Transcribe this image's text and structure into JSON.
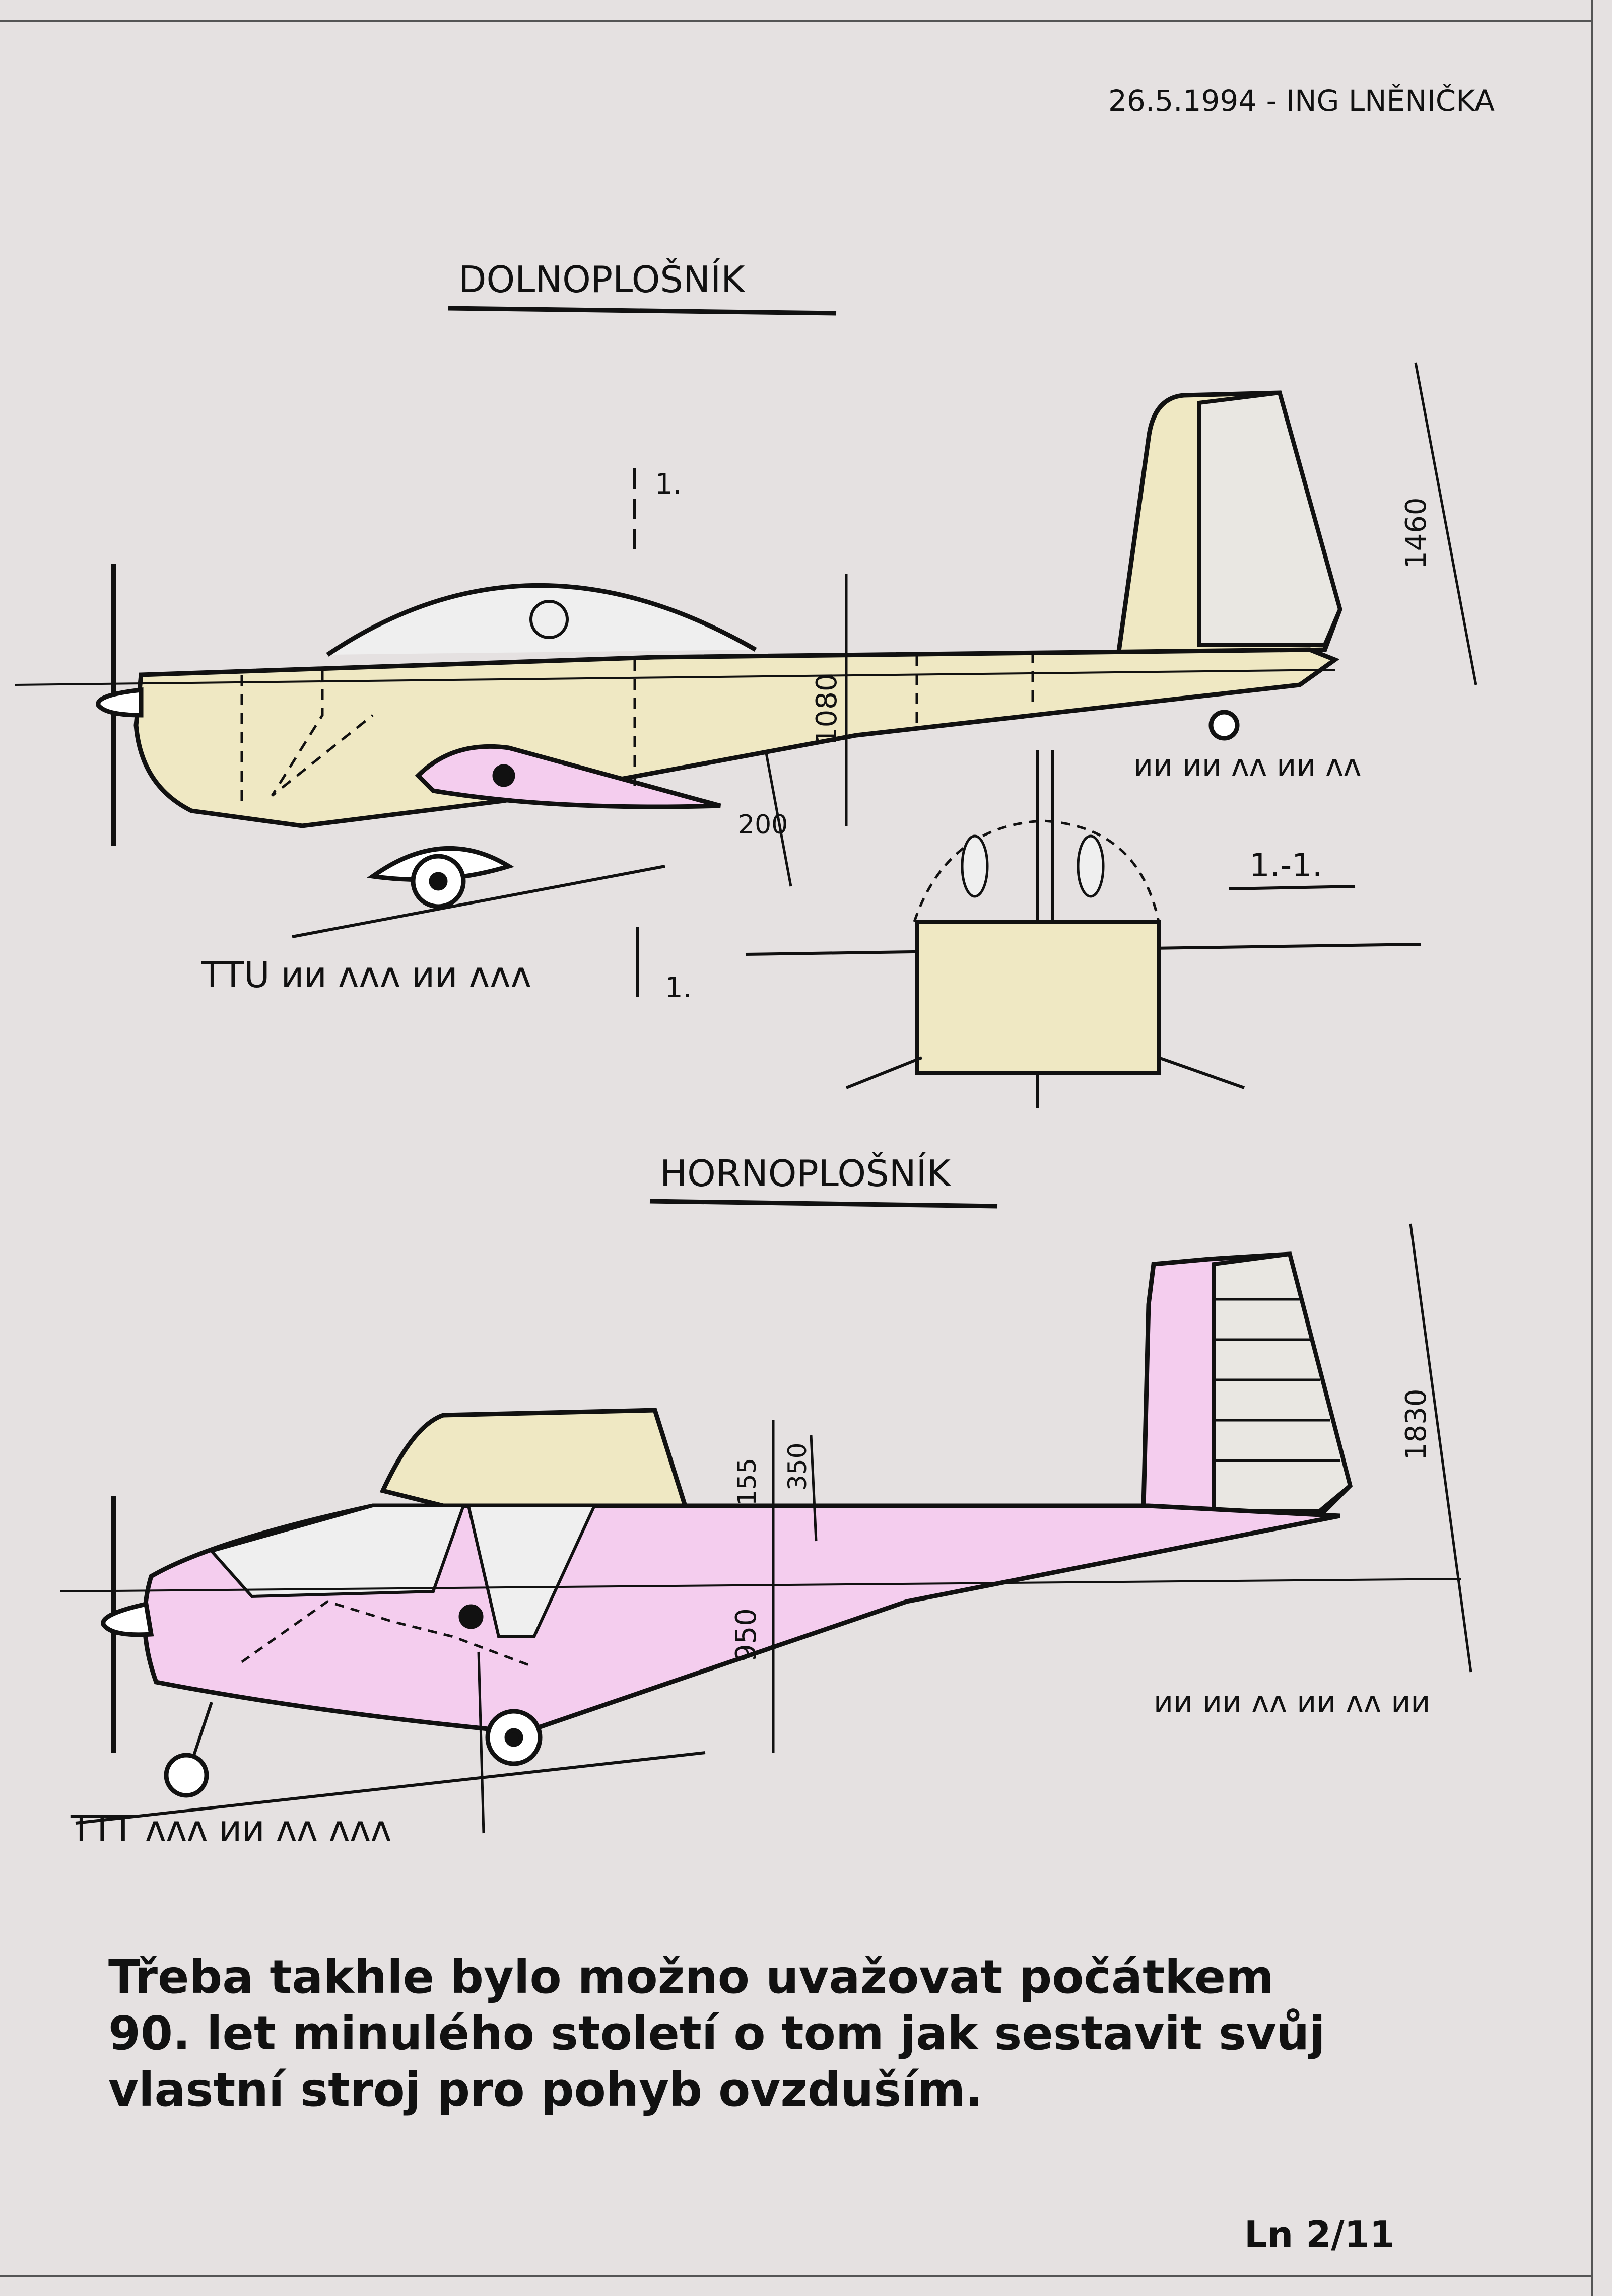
{
  "header": {
    "date_author": "26.5.1994 - ING LNĚNIČKA"
  },
  "low_wing": {
    "title": "DOLNOPLOŠNÍK",
    "dimension_tail_height": "1460",
    "dimension_body_height": "1080",
    "dimension_wing_offset": "200",
    "section_mark_top": "1.",
    "section_mark_bottom": "1.",
    "section_label": "1.-1."
  },
  "high_wing": {
    "title": "HORNOPLOŠNÍK",
    "dimension_tail_height": "1830",
    "dimension_wing_thickness": "155",
    "dimension_wing_gap": "350",
    "dimension_body_height": "950"
  },
  "caption": {
    "line1": "Třeba takhle bylo možno uvažovat počátkem",
    "line2": "90. let minulého století o tom jak sestavit svůj",
    "line3": "vlastní stroj pro pohyb ovzduším."
  },
  "page_number": "Ln 2/11",
  "colors": {
    "paper": "#e5e1e1",
    "low_wing_fill": "#efe8c3",
    "high_wing_fill": "#f4cdee",
    "ink": "#111111"
  }
}
